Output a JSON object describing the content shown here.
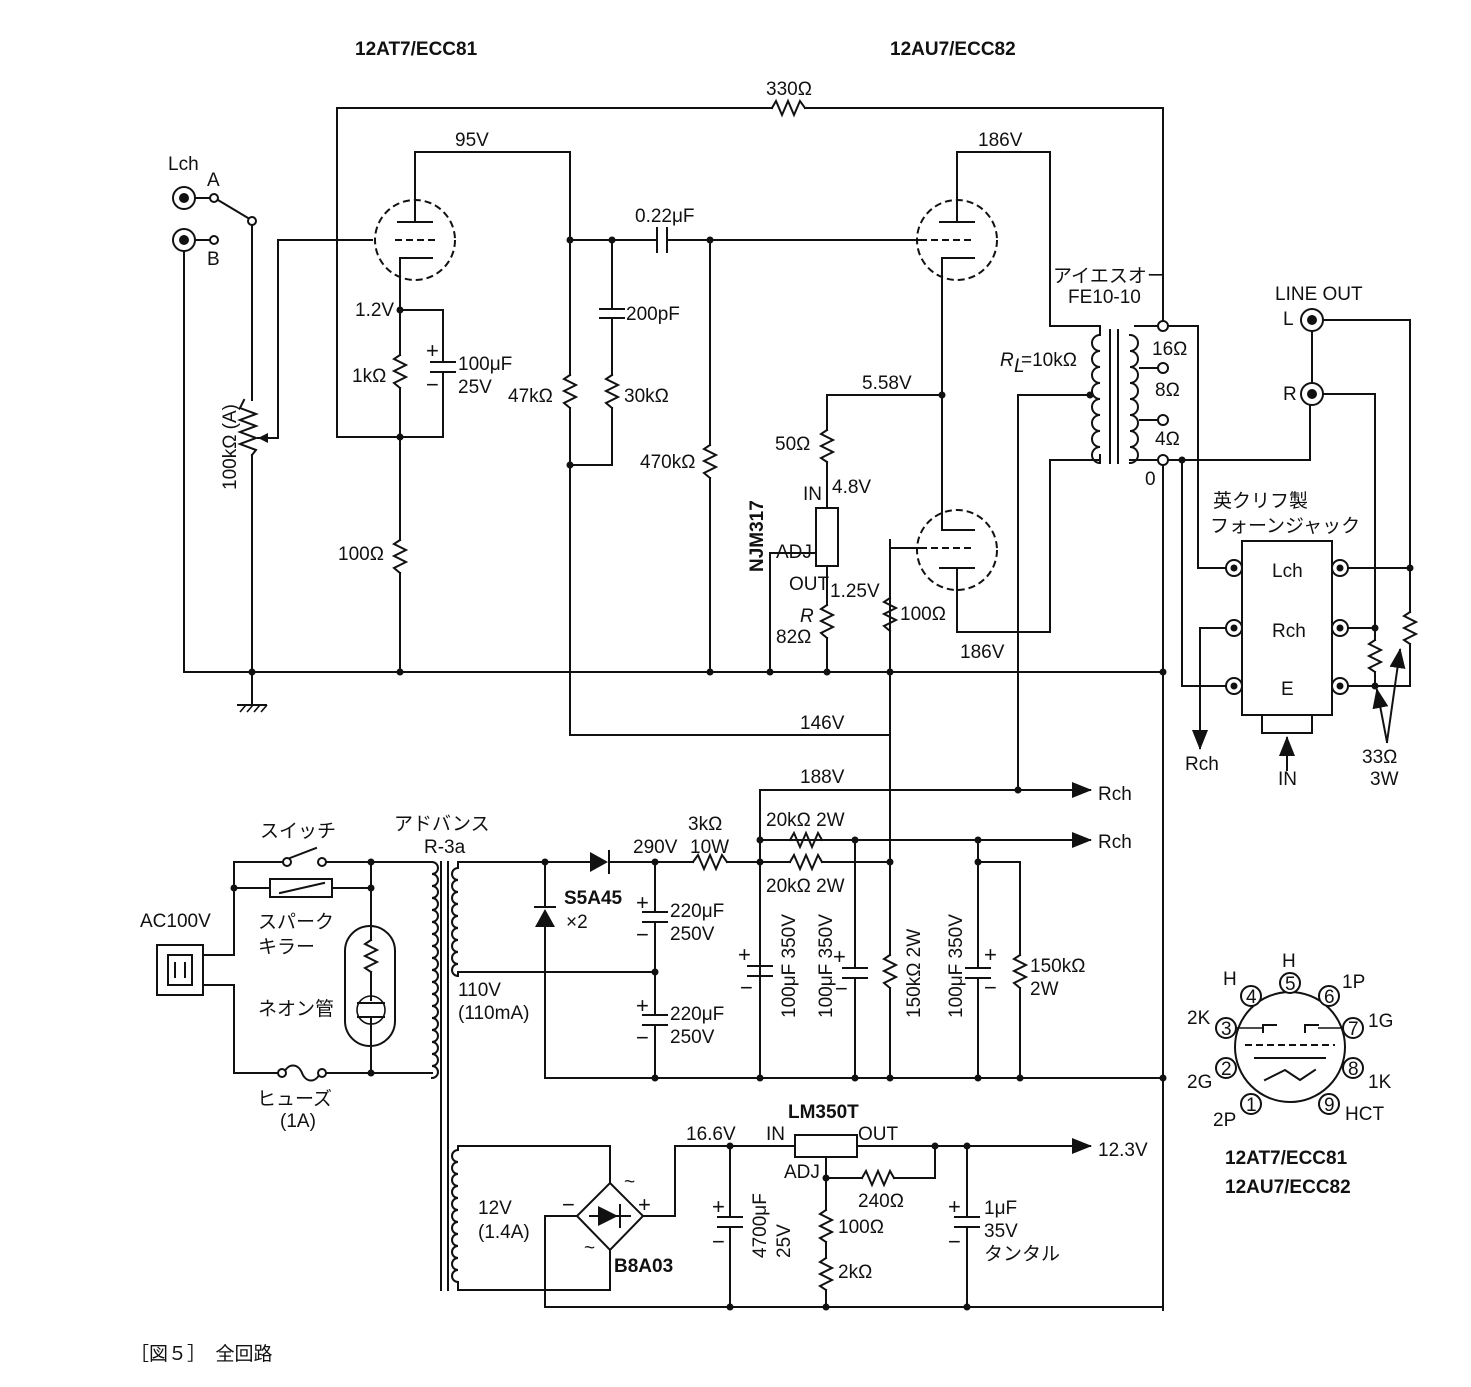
{
  "tube_labels": {
    "v1": "12AT7/ECC81",
    "v2": "12AU7/ECC82"
  },
  "labels": {
    "r_fb": "330Ω",
    "v_95": "95V",
    "v_186_top": "186V",
    "in_lch": "Lch",
    "in_a": "A",
    "in_b": "B",
    "vol": "100kΩ (A)",
    "v_1_2": "1.2V",
    "r_1k": "1kΩ",
    "c_100u_a": "100μF",
    "c_100u_b": "25V",
    "r_100": "100Ω",
    "r_47k": "47kΩ",
    "c_022": "0.22μF",
    "c_200p": "200pF",
    "r_30k": "30kΩ",
    "r_470k": "470kΩ",
    "v_558": "5.58V",
    "r_50": "50Ω",
    "reg_in": "IN",
    "v_48": "4.8V",
    "reg_name": "NJM317",
    "reg_adj": "ADJ",
    "reg_out": "OUT",
    "v_125": "1.25V",
    "r_R": "R",
    "r_82": "82Ω",
    "r_100k2": "100Ω",
    "v_186_bot": "186V",
    "ot_name_a": "アイエスオー",
    "ot_name_b": "FE10-10",
    "rl": "R",
    "rl_sub": "L",
    "rl_val": "=10kΩ",
    "tap16": "16Ω",
    "tap8": "8Ω",
    "tap4": "4Ω",
    "tap0": "0",
    "line_out": "LINE OUT",
    "lo_l": "L",
    "lo_r": "R",
    "jack_a": "英クリフ製",
    "jack_b": "フォーンジャック",
    "jack_lch": "Lch",
    "jack_rch": "Rch",
    "jack_e": "E",
    "rch_out": "Rch",
    "jack_in": "IN",
    "r33a": "33Ω",
    "r33b": "3W",
    "v_146": "146V",
    "v_188": "188V",
    "rch1": "Rch",
    "rch2": "Rch",
    "sw": "スイッチ",
    "pt_a": "アドバンス",
    "pt_b": "R-3a",
    "v_290": "290V",
    "r_3k_a": "3kΩ",
    "r_3k_b": "10W",
    "r_20k_a": "20kΩ 2W",
    "r_20k_b": "20kΩ 2W",
    "ac": "AC100V",
    "sk_a": "スパーク",
    "sk_b": "キラー",
    "diode_a": "S5A45",
    "diode_b": "×2",
    "c220a_a": "220μF",
    "c220a_b": "250V",
    "c220b_a": "220μF",
    "c220b_b": "250V",
    "c100_350a": "100μF 350V",
    "c100_350b": "100μF 350V",
    "r150k_2w": "150kΩ 2W",
    "c100_350c": "100μF 350V",
    "r150k_a": "150kΩ",
    "r150k_b": "2W",
    "neon": "ネオン管",
    "sec_a": "110V",
    "sec_b": "(110mA)",
    "fuse_a": "ヒューズ",
    "fuse_b": "(1A)",
    "reg2_name": "LM350T",
    "reg2_in": "IN",
    "reg2_out": "OUT",
    "reg2_adj": "ADJ",
    "v_166": "16.6V",
    "v_123": "12.3V",
    "r_240": "240Ω",
    "sec2_a": "12V",
    "sec2_b": "(1.4A)",
    "bridge": "B8A03",
    "bridge_minus": "−",
    "bridge_plus": "+",
    "c4700_a": "4700μF",
    "c4700_b": "25V",
    "r_100b": "100Ω",
    "r_2k": "2kΩ",
    "c1u_a": "1μF",
    "c1u_b": "35V",
    "c1u_c": "タンタル",
    "pin_h4": "H",
    "pin_h5": "H",
    "pin_1p": "1P",
    "pin_1g": "1G",
    "pin_1k": "1K",
    "pin_hct": "HCT",
    "pin_2k": "2K",
    "pin_2g": "2G",
    "pin_2p": "2P",
    "p1": "1",
    "p2": "2",
    "p3": "3",
    "p4": "4",
    "p5": "5",
    "p6": "6",
    "p7": "7",
    "p8": "8",
    "p9": "9",
    "pin_t1": "12AT7/ECC81",
    "pin_t2": "12AU7/ECC82",
    "caption": "［図５］　全回路"
  }
}
